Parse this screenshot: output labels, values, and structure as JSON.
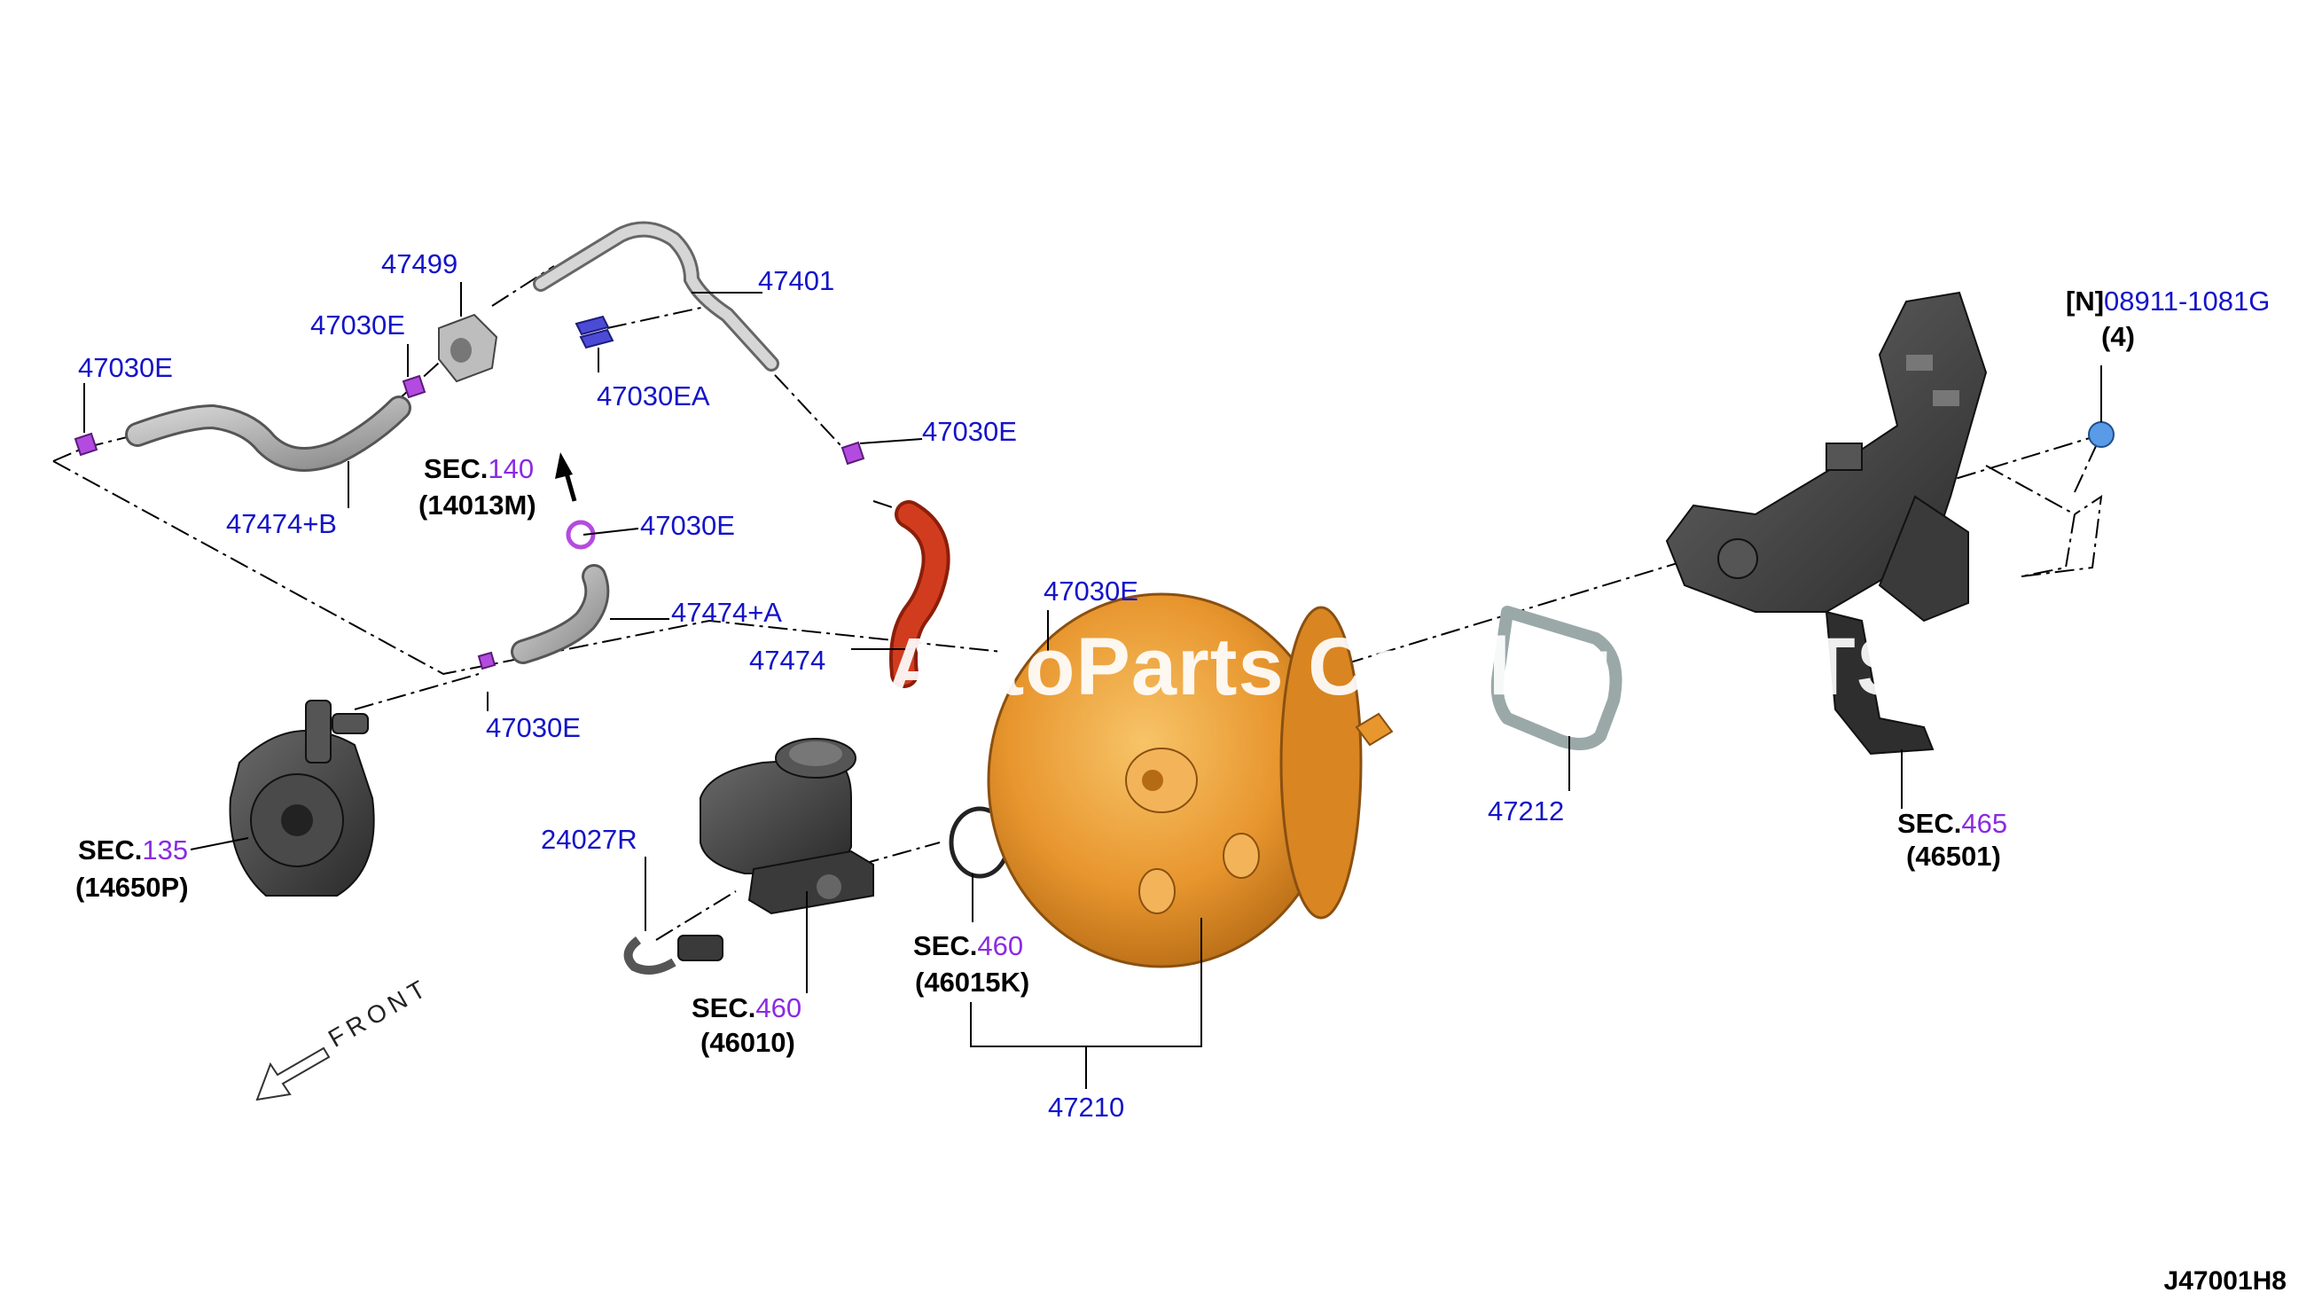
{
  "diagram_id": "J47001H8",
  "front_label": "FRONT",
  "watermark": "AutoParts Catalog PARTST",
  "part_numbers": {
    "p47499": "47499",
    "p47401": "47401",
    "p47030e_topleft": "47030E",
    "p47030e_mid": "47030E",
    "p47030ea": "47030EA",
    "p47030e_right": "47030E",
    "p47030e_sec140": "47030E",
    "p47030e_lower": "47030E",
    "p47030e_center": "47030E",
    "p47474b": "47474+B",
    "p47474a": "47474+A",
    "p47474": "47474",
    "p24027r": "24027R",
    "p47212": "47212",
    "p47210": "47210",
    "p08911_prefix": "[N]",
    "p08911": "08911-1081G",
    "p08911_qty": "(4)"
  },
  "sections": {
    "sec140": {
      "prefix": "SEC.",
      "num": "140",
      "sub": "(14013M)"
    },
    "sec135": {
      "prefix": "SEC.",
      "num": "135",
      "sub": "(14650P)"
    },
    "sec460a": {
      "prefix": "SEC.",
      "num": "460",
      "sub": "(46010)"
    },
    "sec460b": {
      "prefix": "SEC.",
      "num": "460",
      "sub": "(46015K)"
    },
    "sec465": {
      "prefix": "SEC.",
      "num": "465",
      "sub": "(46501)"
    }
  },
  "colors": {
    "part_number": "#1414c8",
    "section_number": "#8a2be2",
    "booster": "#e8962e",
    "red_hose": "#d23c1e",
    "clip": "#b44be0",
    "washer": "#5a9be8"
  }
}
